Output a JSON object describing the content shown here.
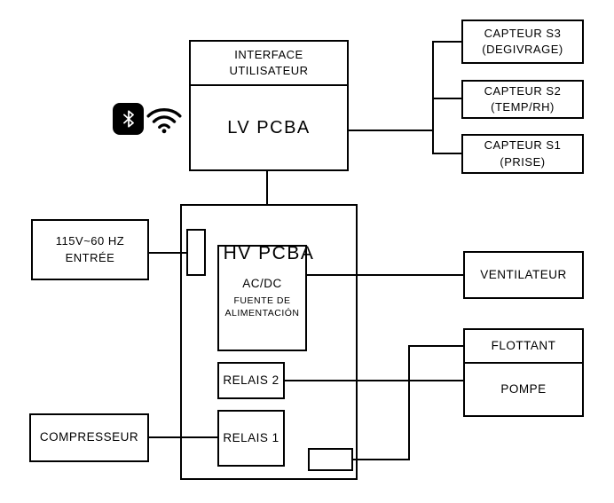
{
  "colors": {
    "line": "#000000",
    "background": "#ffffff",
    "bluetooth_badge": "#000000"
  },
  "boxes": {
    "interface_utilisateur": {
      "label": "INTERFACE\nUTILISATEUR"
    },
    "lv_pcba": {
      "label": "LV PCBA"
    },
    "hv_pcba": {
      "label": "HV PCBA"
    },
    "acdc": {
      "title": "AC/DC",
      "subtitle": "FUENTE DE\nALIMENTACIÓN"
    },
    "relais2": {
      "label": "RELAIS 2"
    },
    "relais1": {
      "label": "RELAIS 1"
    },
    "power_input": {
      "label": "115V~60 HZ\nENTRÉE"
    },
    "compresseur": {
      "label": "COMPRESSEUR"
    },
    "capteur_s3": {
      "label": "CAPTEUR S3\n(DEGIVRAGE)"
    },
    "capteur_s2": {
      "label": "CAPTEUR S2\n(TEMP/RH)"
    },
    "capteur_s1": {
      "label": "CAPTEUR S1\n(PRISE)"
    },
    "ventilateur": {
      "label": "VENTILATEUR"
    },
    "flottant": {
      "label": "FLOTTANT"
    },
    "pompe": {
      "label": "POMPE"
    }
  },
  "icons": {
    "bluetooth": "bluetooth-icon",
    "wifi": "wifi-icon"
  }
}
